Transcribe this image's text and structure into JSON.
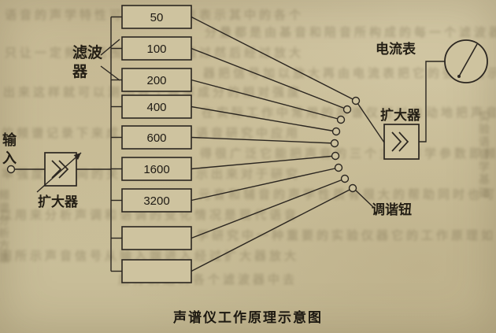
{
  "page": {
    "caption": "声谱仪工作原理示意图",
    "bg_color": "#cec39f",
    "ink_color": "#2b2620"
  },
  "labels": {
    "input": "输入",
    "input_amp": "扩大器",
    "filter_bank": "滤波器",
    "output_amp": "扩大器",
    "meter": "电流表",
    "tuning_knob": "调谐钮"
  },
  "filters": [
    "50",
    "100",
    "200",
    "400",
    "600",
    "1600",
    "3200",
    "",
    ""
  ],
  "bleed": {
    "lines": [
      "语音的声学特性可以用频谱来表示其中的各个",
      "分量都是由基音和陪音所构成的每一个滤波器",
      "只让一定频率范围内的声音通过然后经过放大",
      "器把信号加以放大再由电流表把它的强度指示",
      "出来这样就可以测出各个频率成分的相对强度",
      "在实际工作中常用的声谱仪可以自动地把声音",
      "的频谱记录下来成为声谱图在语音研究中应用",
      "得很广泛它能把声音的三个主要声学参数即频",
      "率强度和时间的关系用图形表示出来对于研究",
      "元音和辅音的声学性质有很大的帮助同时也可",
      "以用来分析声调和语调的变化情况是现代语音",
      "学研究中一种重要的实验仪器它的工作原理如",
      "图所示声音信号从输入端进入经过扩大器放大",
      "后分别送到各个滤波器中去"
    ],
    "vertical": [
      "实验语音学基础",
      "频谱分析方法"
    ]
  }
}
